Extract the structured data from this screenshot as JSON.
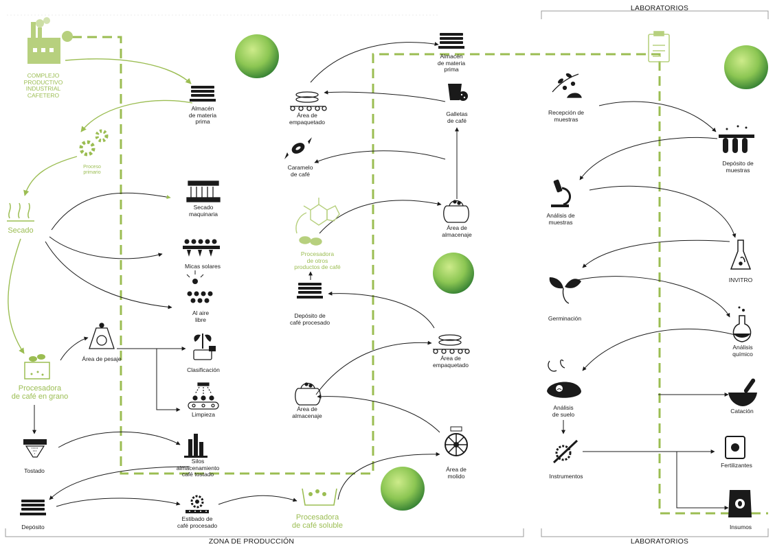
{
  "zones": {
    "production": "ZONA DE PRODUCCIÓN",
    "labs_top": "LABORATORIOS",
    "labs_bottom": "LABORATORIOS"
  },
  "nodes": {
    "complejo": "COMPLEJO\nPRODUCTIVO\nINDUSTRIAL\nCAFETERO",
    "almacen1": "Almacén\nde materia\nprima",
    "proceso_primario": "Proceso\nprimario",
    "secado": "Secado",
    "secado_maquinaria": "Secado\nmaquinaria",
    "micas_solares": "Micas solares",
    "aire_libre": "Al aire\nlibre",
    "procesadora_grano": "Procesadora\nde café en grano",
    "area_pesaje": "Área de pesaje",
    "clasificacion": "Clasificación",
    "limpieza": "Limpieza",
    "tostado": "Tostado",
    "silos": "Silos\nalmacenamiento\ncafé tostado",
    "deposito": "Depósito",
    "estibado": "Estibado de\ncafé procesado",
    "procesadora_soluble": "Procesadora\nde café soluble",
    "empaquetado1": "Área de\nempaquetado",
    "almacen2": "Almacén\nde materia\nprima",
    "galletas": "Galletas\nde café",
    "caramelo": "Caramelo\nde café",
    "almacenaje1": "Área de\nalmacenaje",
    "procesadora_otros": "Procesadora\nde otros\nproductos de café",
    "deposito_procesado": "Depósito de\ncafé procesado",
    "empaquetado2": "Área de\nempaquetado",
    "almacenaje2": "Área de\nalmacenaje",
    "molido": "Área de\nmolido",
    "recepcion": "Recepción de\nmuestras",
    "deposito_muestras": "Depósito de\nmuestras",
    "analisis_muestras": "Análisis de\nmuestras",
    "invitro": "INVITRO",
    "germinacion": "Germinación",
    "analisis_quimico": "Análisis\nquímico",
    "analisis_suelo": "Análisis\nde suelo",
    "catacion": "Catación",
    "instrumentos": "Instrumentos",
    "fertilizantes": "Fertilizantes",
    "insumos": "Insumos"
  },
  "icons": [
    "factory-icon",
    "gears-icon",
    "steam-icon",
    "pallet-stack-icon",
    "dryer-machine-icon",
    "solar-tray-icon",
    "sun-drying-icon",
    "beans-box-icon",
    "scale-icon",
    "plant-sort-icon",
    "spray-belt-icon",
    "roaster-hopper-icon",
    "silo-icon",
    "gear-belt-icon",
    "soluble-basin-icon",
    "conveyor-stack-icon",
    "cookie-cup-icon",
    "candy-icon",
    "sack-icon",
    "molecule-icon",
    "grinder-icon",
    "branch-icon",
    "test-tubes-icon",
    "microscope-icon",
    "flask-icon",
    "sprout-icon",
    "chem-flask-icon",
    "soil-icon",
    "mortar-icon",
    "tools-icon",
    "fertilizer-icon",
    "bag-icon",
    "clipboard-icon",
    "tree-icon"
  ],
  "colors": {
    "accent": "#9bbd52",
    "ink": "#1a1a1a",
    "tree_dark": "#3e8e3b",
    "tree_light": "#b9de71"
  }
}
